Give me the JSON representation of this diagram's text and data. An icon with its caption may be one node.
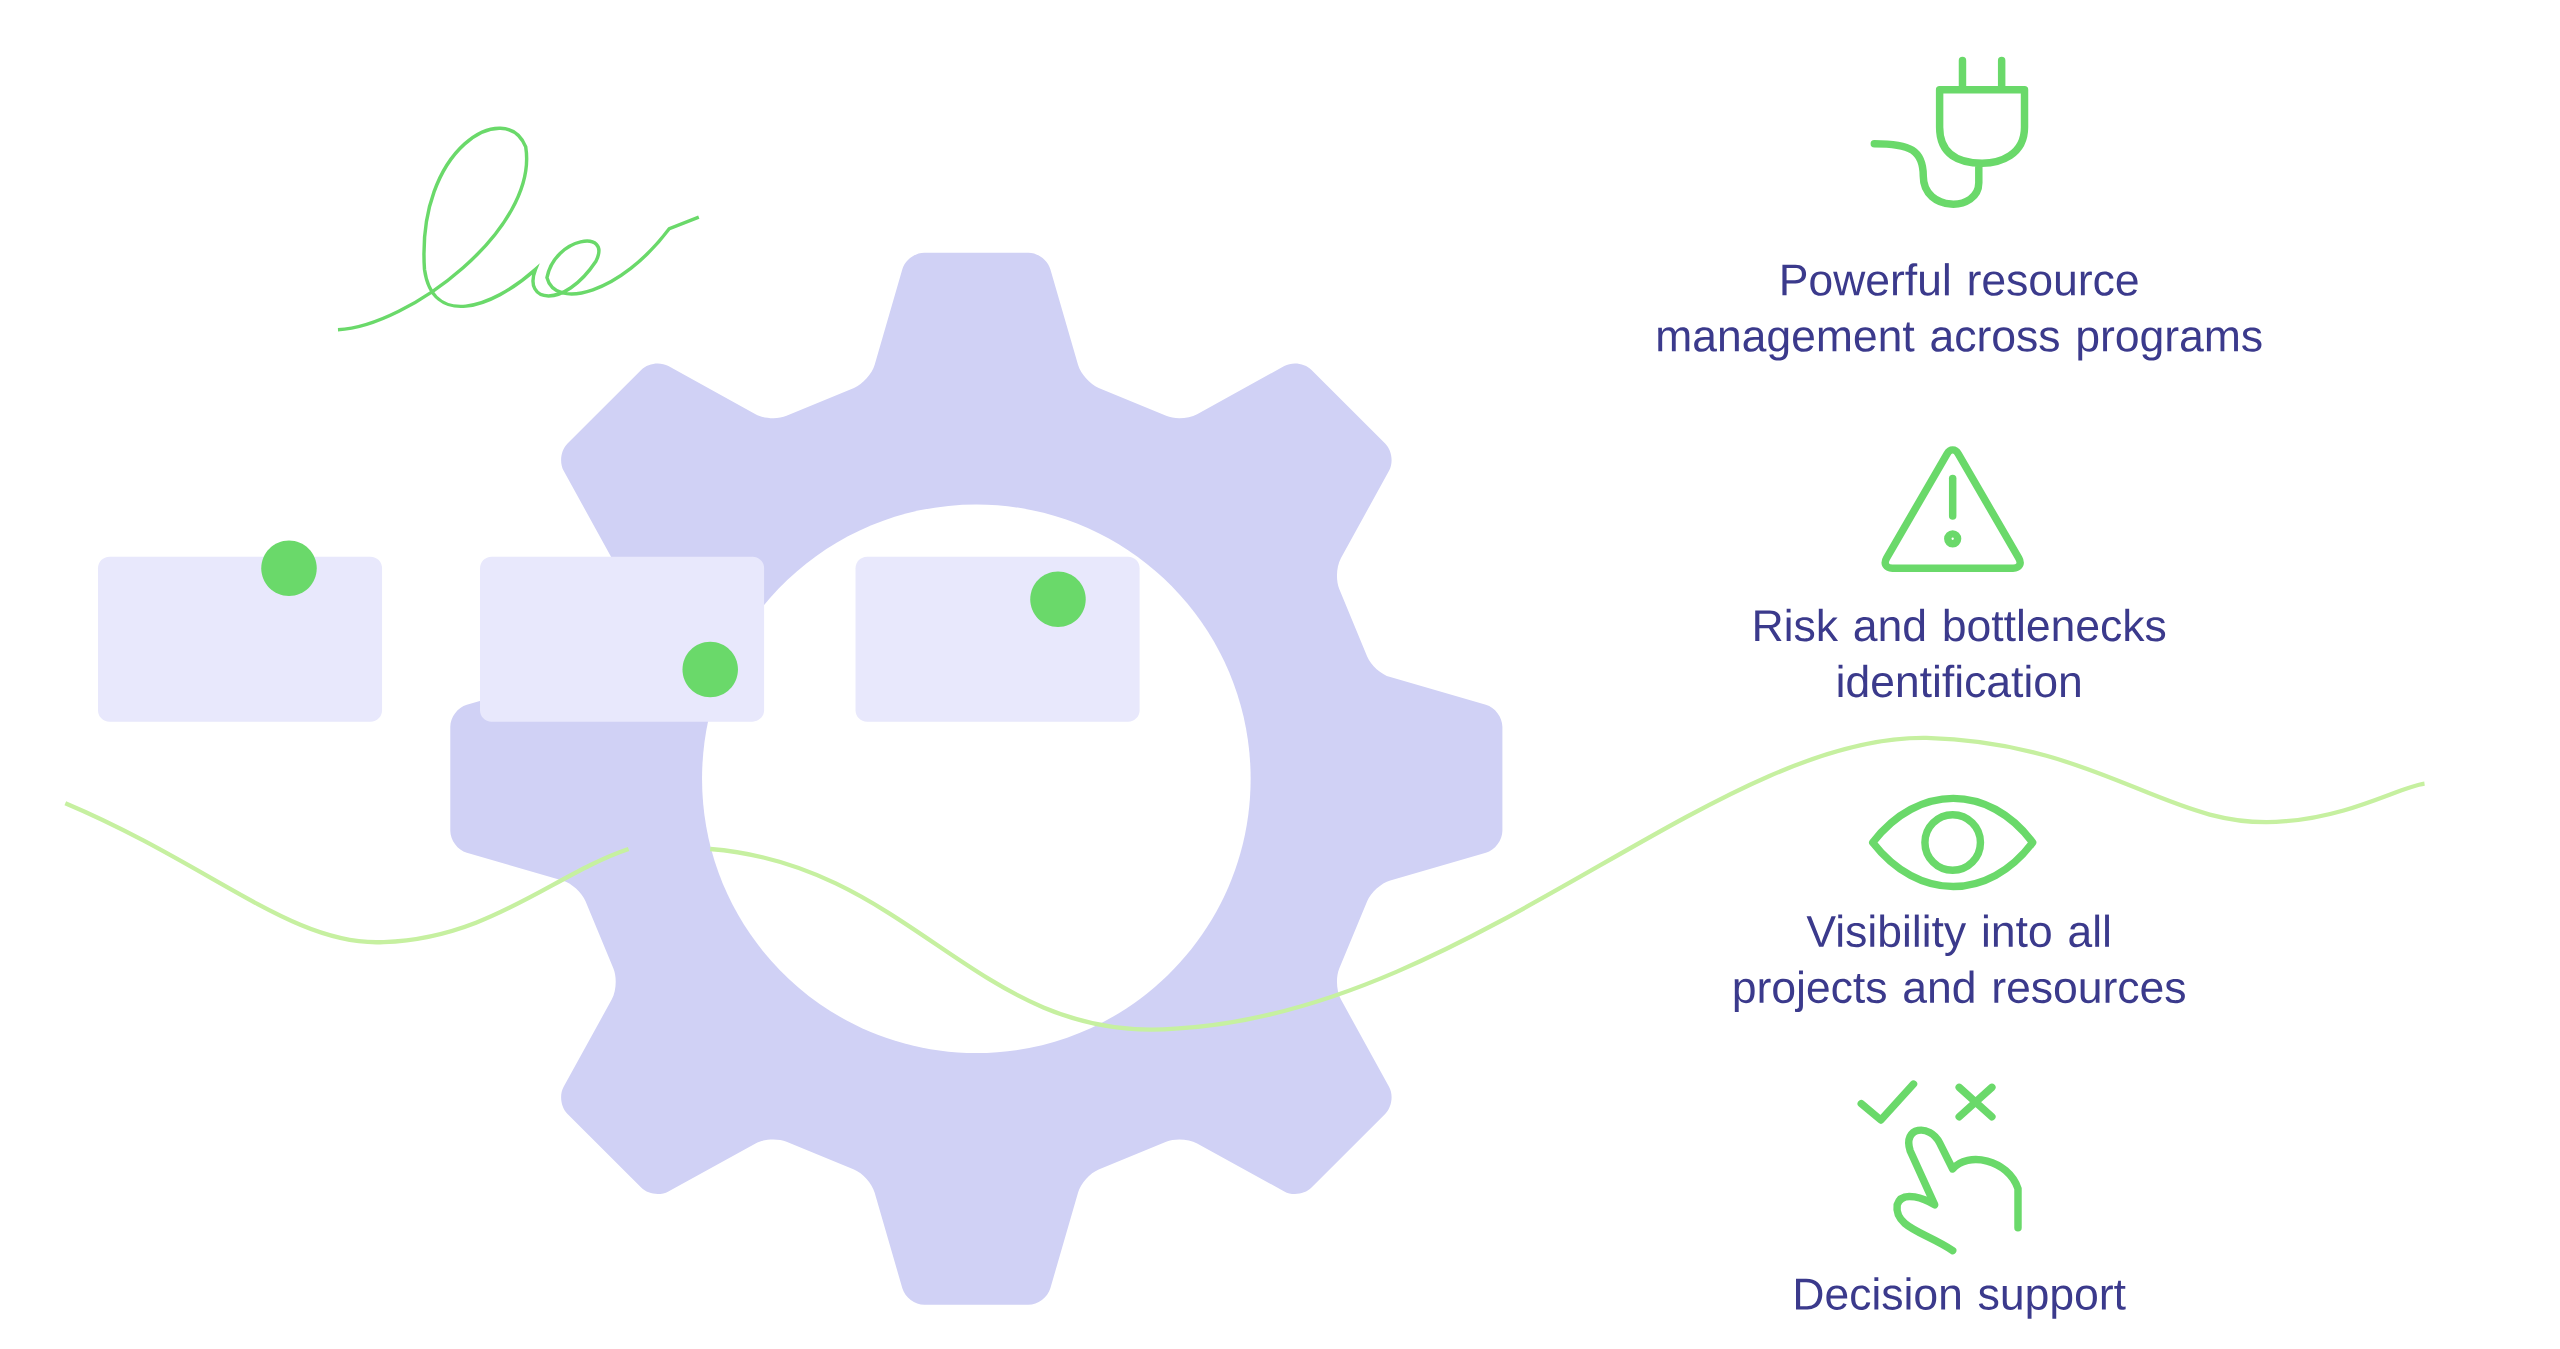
{
  "diagram": {
    "labels": [
      "Powerful resource management across programs",
      "Risk and bottlenecks identification",
      "Visibility into all projects and resources",
      "Decision support"
    ]
  }
}
